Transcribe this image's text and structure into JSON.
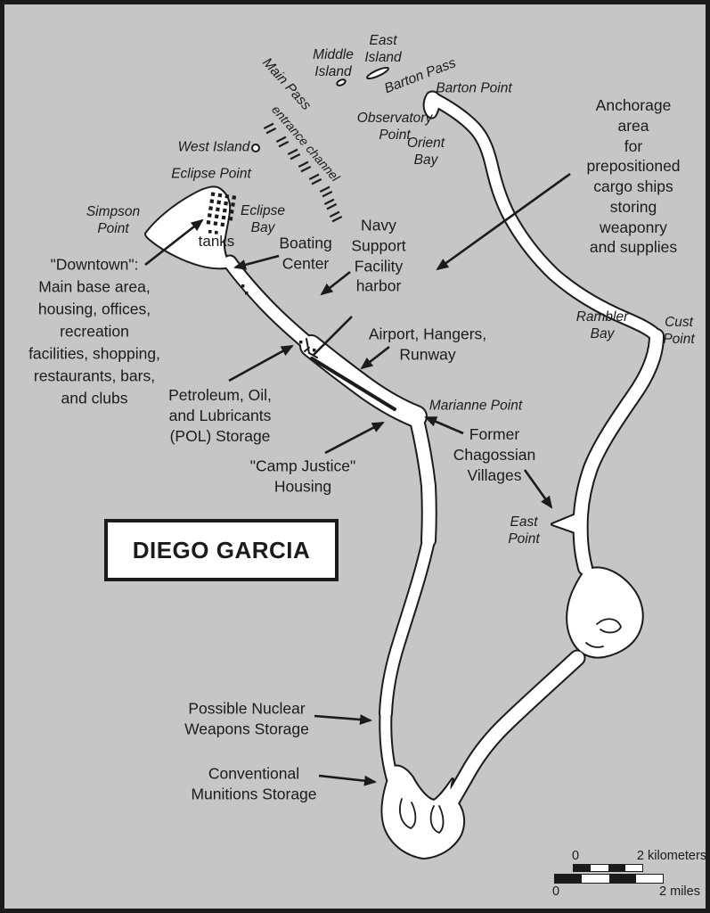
{
  "map": {
    "title": "DIEGO GARCIA",
    "labels": {
      "middle_island": "Middle\nIsland",
      "east_island": "East\nIsland",
      "main_pass": "Main Pass",
      "barton_pass": "Barton Pass",
      "barton_point": "Barton Point",
      "observatory_point": "Observatory\nPoint",
      "orient_bay": "Orient\nBay",
      "west_island": "West Island",
      "entrance_channel": "entrance channel",
      "eclipse_point": "Eclipse Point",
      "simpson_point": "Simpson\nPoint",
      "eclipse_bay": "Eclipse\nBay",
      "tanks": "tanks",
      "downtown": "\"Downtown\":\nMain base area,\nhousing, offices,\nrecreation\nfacilities, shopping,\nrestaurants, bars,\nand clubs",
      "boating_center": "Boating\nCenter",
      "navy_support": "Navy\nSupport\nFacility\nharbor",
      "anchorage": "Anchorage area\nfor prepositioned\ncargo ships\nstoring weaponry\nand supplies",
      "rambler_bay": "Rambler\nBay",
      "cust_point": "Cust\nPoint",
      "airport": "Airport, Hangers,\nRunway",
      "marianne_point": "Marianne Point",
      "pol_storage": "Petroleum, Oil,\nand Lubricants\n(POL) Storage",
      "camp_justice": "\"Camp Justice\"\nHousing",
      "former_villages": "Former\nChagossian\nVillages",
      "east_point": "East\nPoint",
      "nuclear_storage": "Possible Nuclear\nWeapons Storage",
      "munitions_storage": "Conventional\nMunitions Storage"
    },
    "scale": {
      "km_start": "0",
      "km_end": "2 kilometers",
      "mi_start": "0",
      "mi_end": "2 miles"
    },
    "colors": {
      "background": "#c6c6c6",
      "land": "#ffffff",
      "line": "#1b1b1b"
    }
  }
}
